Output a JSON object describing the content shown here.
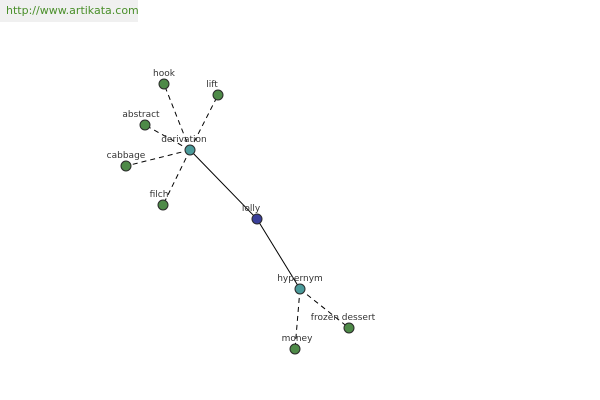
{
  "header": {
    "url": "http://www.artikata.com"
  },
  "colors": {
    "background": "#ffffff",
    "url_bar": "#f0f0f0",
    "url_text": "#4a8f2a",
    "edge": "#000000",
    "node_stroke": "#2a2a2a",
    "node_center": "#3a3f9a",
    "node_relation": "#4a9a9a",
    "node_word": "#4e8a48",
    "label": "#333333"
  },
  "graph": {
    "center": {
      "id": "center",
      "label": "lolly"
    },
    "relations": [
      {
        "id": "derivation",
        "label": "derivation"
      },
      {
        "id": "hypernym",
        "label": "hypernym"
      }
    ],
    "words": [
      {
        "id": "hook",
        "label": "hook",
        "relation": "derivation"
      },
      {
        "id": "lift",
        "label": "lift",
        "relation": "derivation"
      },
      {
        "id": "abstract",
        "label": "abstract",
        "relation": "derivation"
      },
      {
        "id": "cabbage",
        "label": "cabbage",
        "relation": "derivation"
      },
      {
        "id": "filch",
        "label": "filch",
        "relation": "derivation"
      },
      {
        "id": "frozen-dessert",
        "label": "frozen dessert",
        "relation": "hypernym"
      },
      {
        "id": "money",
        "label": "money",
        "relation": "hypernym"
      }
    ]
  }
}
